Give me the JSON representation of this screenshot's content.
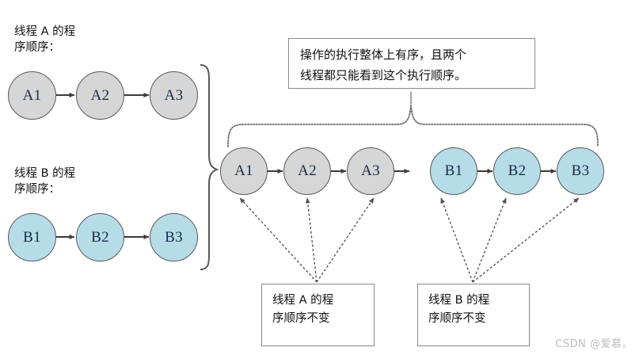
{
  "diagram": {
    "title_text": "",
    "colors": {
      "thread_a_fill": "#d6d6d6",
      "thread_b_fill": "#b6dce8",
      "node_stroke": "#58585a",
      "box_stroke": "#8a8a8a",
      "arrow": "#3c3c3c",
      "dashed_arrow": "#555555",
      "watermark": "#bcbcbc"
    },
    "captions": {
      "thread_a": "线程 A 的程\n序顺序：",
      "thread_b": "线程 B 的程\n序顺序："
    },
    "thread_a_nodes": [
      {
        "label": "A1"
      },
      {
        "label": "A2"
      },
      {
        "label": "A3"
      }
    ],
    "thread_b_nodes": [
      {
        "label": "B1"
      },
      {
        "label": "B2"
      },
      {
        "label": "B3"
      }
    ],
    "execution_sequence": [
      {
        "label": "A1",
        "thread": "A"
      },
      {
        "label": "A2",
        "thread": "A"
      },
      {
        "label": "A3",
        "thread": "A"
      },
      {
        "label": "B1",
        "thread": "B"
      },
      {
        "label": "B2",
        "thread": "B"
      },
      {
        "label": "B3",
        "thread": "B"
      }
    ],
    "callouts": {
      "top": "操作的执行整体上有序，且两个\n线程都只能看到这个执行顺序。",
      "bottom_left": "线程 A 的程\n序顺序不变",
      "bottom_right": "线程 B 的程\n序顺序不变"
    },
    "watermark": "CSDN @爱慕。"
  }
}
